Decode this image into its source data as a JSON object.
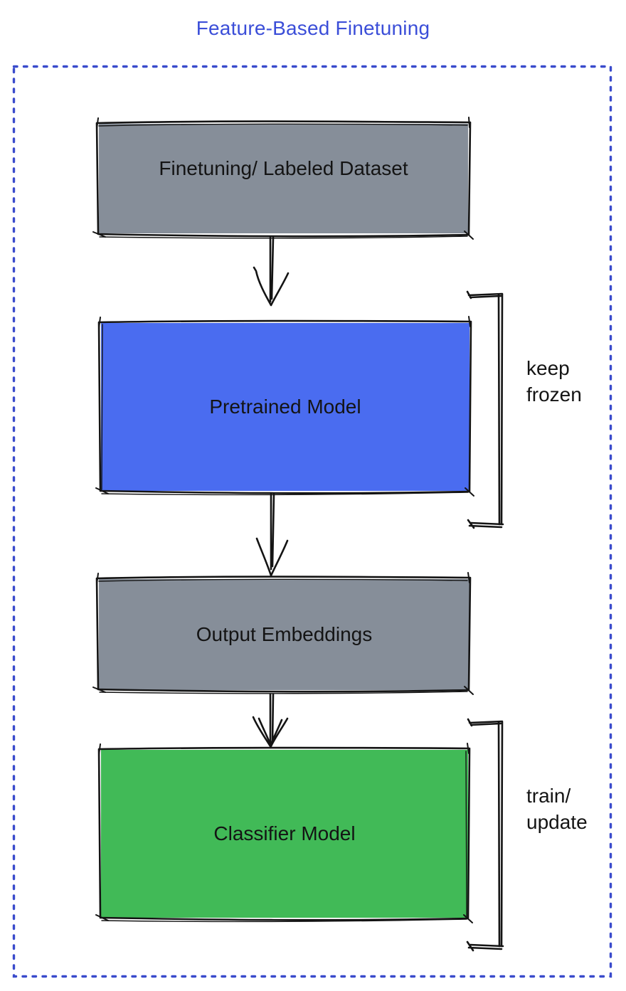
{
  "title": "Feature-Based Finetuning",
  "nodes": {
    "dataset": {
      "label": "Finetuning/ Labeled Dataset",
      "color_name": "gray"
    },
    "pretrained": {
      "label": "Pretrained Model",
      "color_name": "blue"
    },
    "embeddings": {
      "label": "Output Embeddings",
      "color_name": "gray"
    },
    "classifier": {
      "label": "Classifier Model",
      "color_name": "green"
    }
  },
  "edges": [
    {
      "from": "dataset",
      "to": "pretrained"
    },
    {
      "from": "pretrained",
      "to": "embeddings"
    },
    {
      "from": "embeddings",
      "to": "classifier"
    }
  ],
  "annotations": {
    "keep_frozen": {
      "line1": "keep",
      "line2": "frozen",
      "applies_to": "pretrained"
    },
    "train_update": {
      "line1": "train/",
      "line2": "update",
      "applies_to": "classifier"
    }
  },
  "colors": {
    "title_blue": "#3B4ED8",
    "frame_blue": "#3A4BCC",
    "box_gray": "#868E99",
    "box_blue": "#4A6CF0",
    "box_green": "#41BA57",
    "ink": "#141414"
  }
}
